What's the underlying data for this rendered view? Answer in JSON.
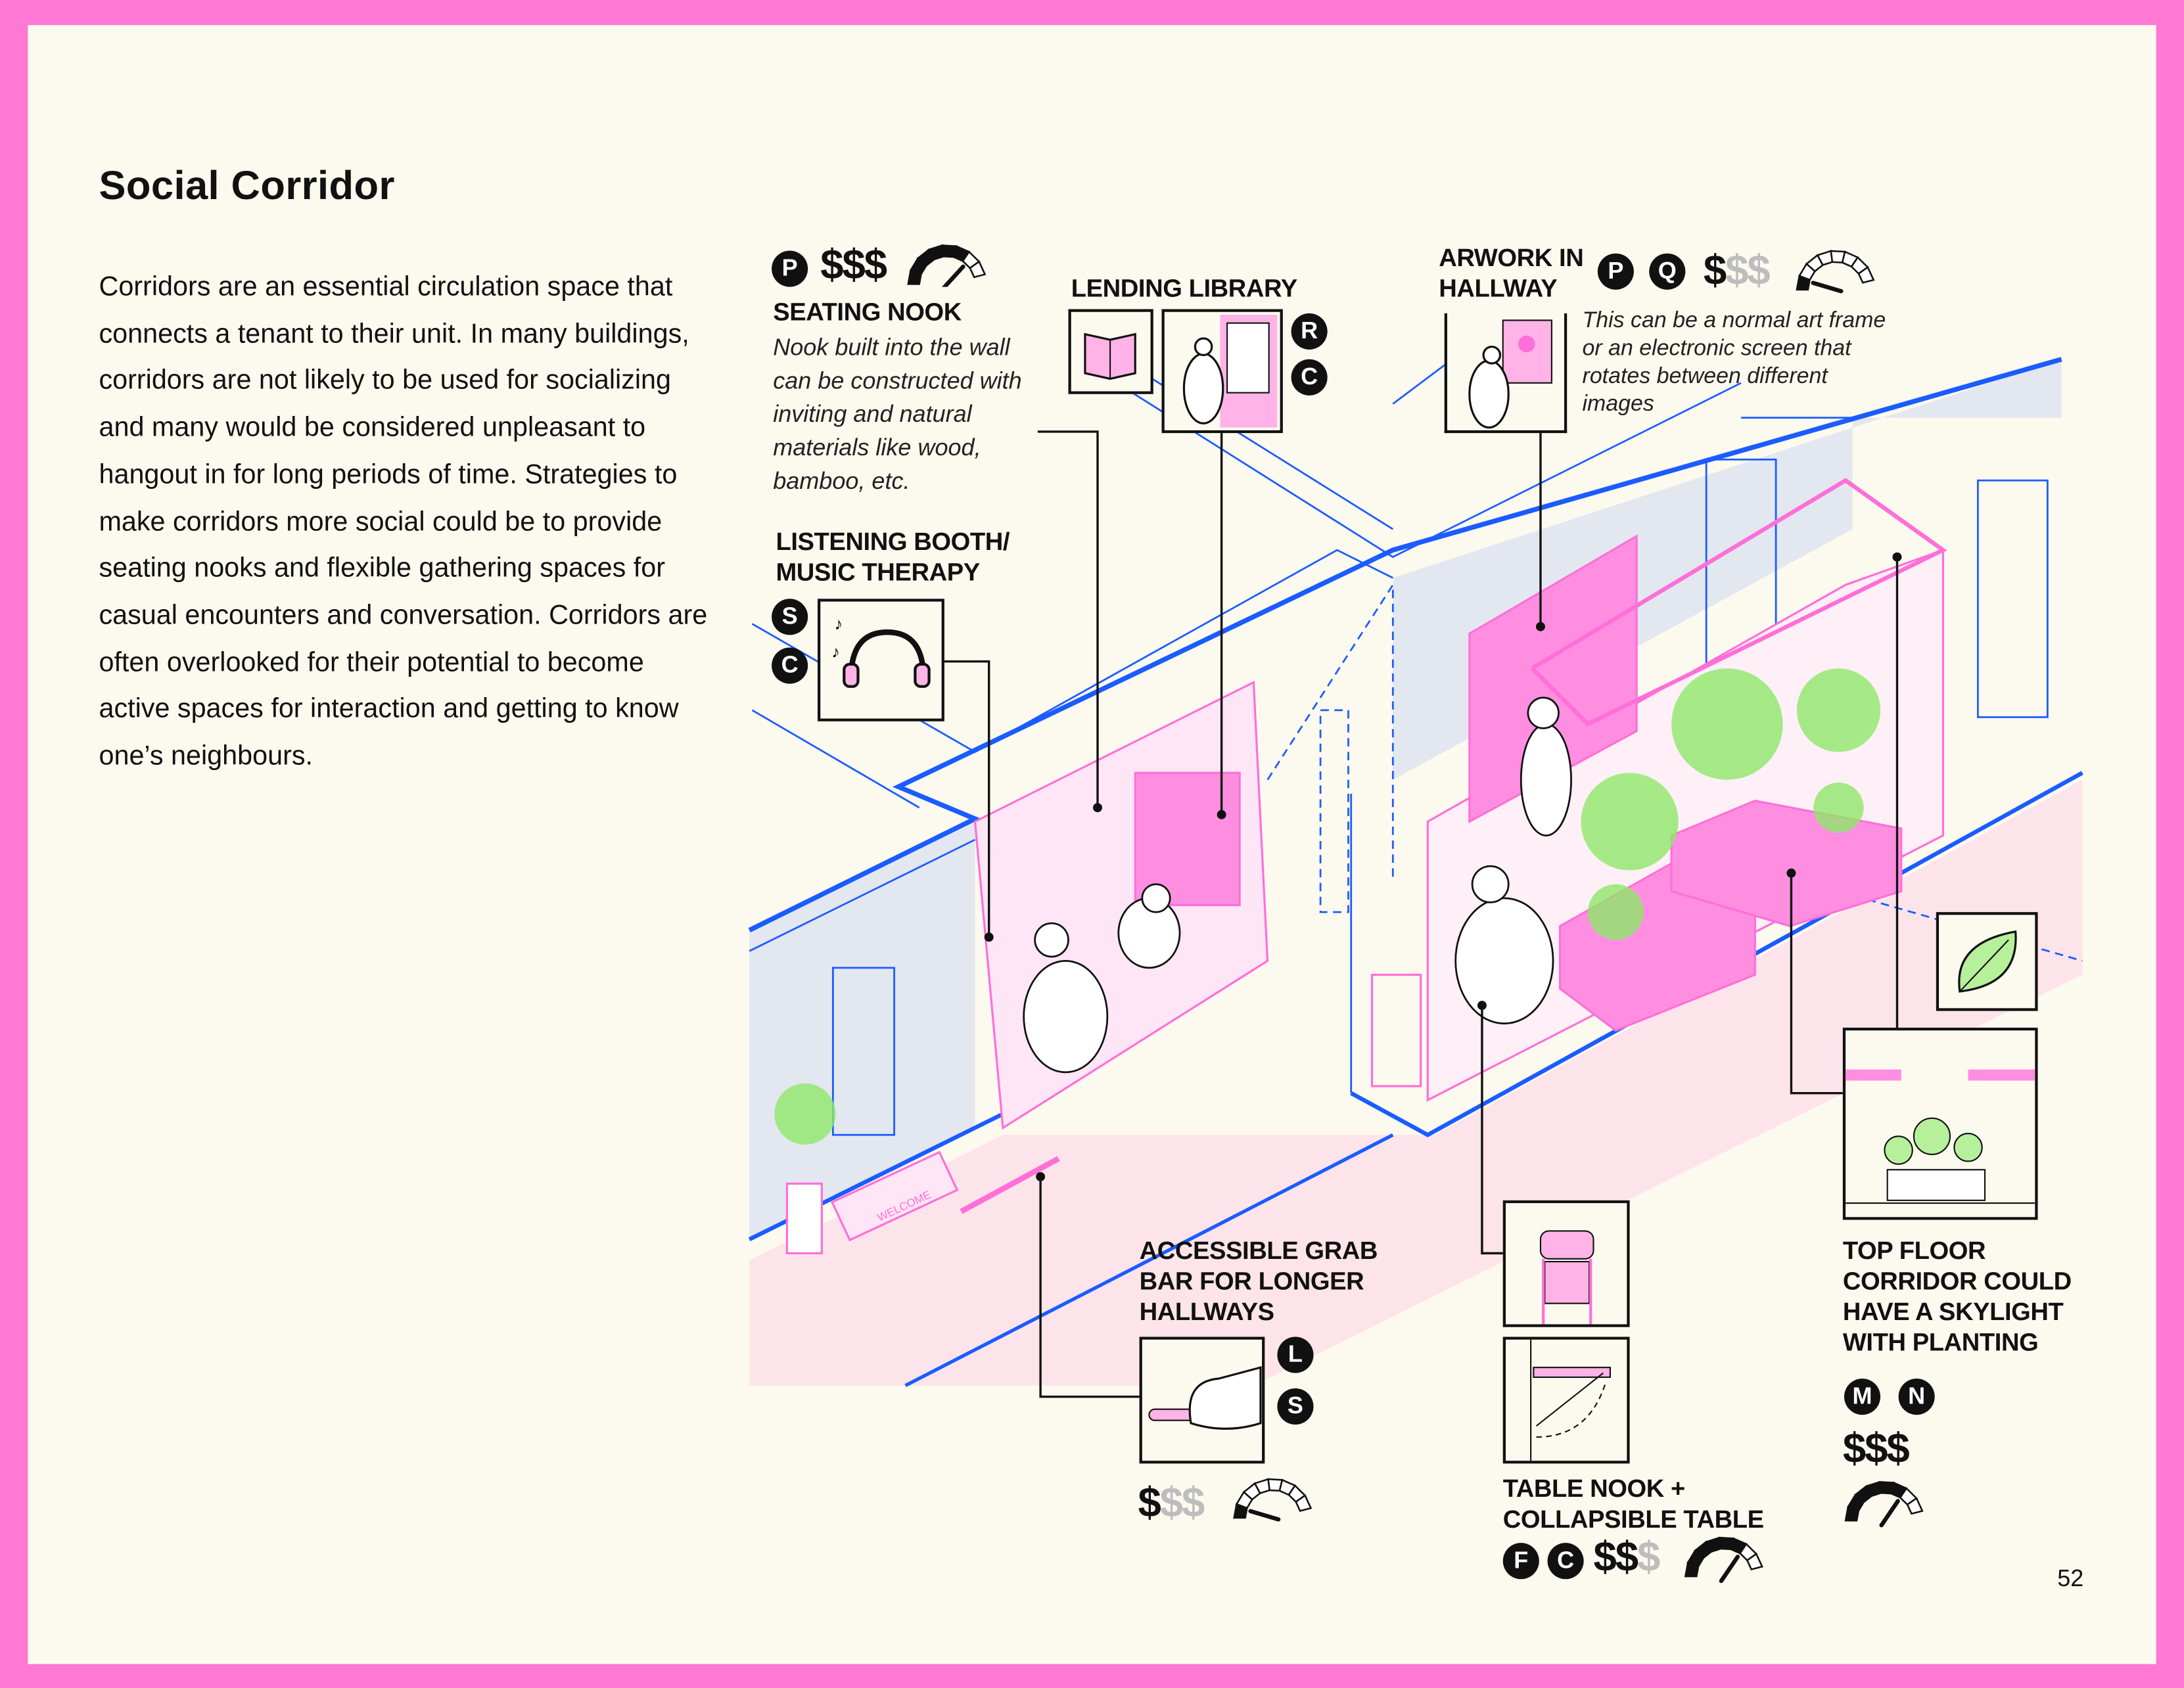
{
  "title": "Social Corridor",
  "intro": "Corridors are an essential circulation space that connects a tenant to their unit. In many buildings, corridors are not likely to be used for socializing and many would be considered unpleasant to hangout in for long periods of time. Strategies to make corridors more social could be to provide seating nooks and flexible gathering spaces for casual encounters and conversation. Corridors are often overlooked for their potential to become active spaces for interaction and getting to know one’s neighbours.",
  "page_number": "52",
  "colors": {
    "border": "#ff78d3",
    "background": "#fcf9ef",
    "blue": "#1a5cff",
    "pink": "#ff8ee0",
    "green": "#8ee86a"
  },
  "features": {
    "seating_nook": {
      "title": "SEATING NOOK",
      "badges": [
        "P"
      ],
      "cost_filled": 3,
      "cost_total": 3,
      "effort_level": 0.8,
      "description": "Nook built into the wall can be constructed with inviting and natural materials like wood, bamboo, etc."
    },
    "lending_library": {
      "title": "LENDING LIBRARY",
      "badges": [
        "R",
        "C"
      ],
      "icons": [
        "book-icon",
        "bookshelf-icon"
      ]
    },
    "artwork": {
      "title_line1": "ARWORK IN",
      "title_line2": "HALLWAY",
      "badges": [
        "P",
        "Q"
      ],
      "cost_filled": 1,
      "cost_total": 3,
      "effort_level": 0.1,
      "description": "This can be a normal art frame or an electronic screen that rotates between different images"
    },
    "listening_booth": {
      "title_line1": "LISTENING BOOTH/",
      "title_line2": "MUSIC THERAPY",
      "badges": [
        "S",
        "C"
      ]
    },
    "grab_bar": {
      "title_line1": "ACCESSIBLE GRAB",
      "title_line2": "BAR FOR LONGER",
      "title_line3": "HALLWAYS",
      "badges": [
        "L",
        "S"
      ],
      "cost_filled": 1,
      "cost_total": 3,
      "effort_level": 0.1
    },
    "table_nook": {
      "title_line1": "TABLE NOOK +",
      "title_line2": "COLLAPSIBLE TABLE",
      "badges": [
        "F",
        "C"
      ],
      "cost_filled": 2,
      "cost_total": 3,
      "effort_level": 0.75
    },
    "skylight": {
      "title_line1": "TOP FLOOR",
      "title_line2": "CORRIDOR COULD",
      "title_line3": "HAVE A SKYLIGHT",
      "title_line4": "WITH PLANTING",
      "badges": [
        "M",
        "N"
      ],
      "cost_filled": 3,
      "cost_total": 3,
      "effort_level": 0.75
    }
  },
  "illustration": {
    "doormat_text": "WELCOME"
  }
}
